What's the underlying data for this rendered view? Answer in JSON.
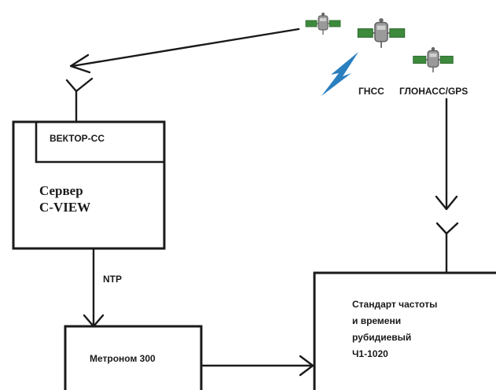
{
  "satellite_signal": {
    "gnss_label": "ГНСС",
    "constellation_label": "ГЛОНАСС/GPS"
  },
  "server_block": {
    "module_label": "ВЕКТОР-СС",
    "title_line1": "Сервер",
    "title_line2": "C-VIEW"
  },
  "link": {
    "protocol_label": "NTP"
  },
  "metronom_block": {
    "label": "Метроном 300"
  },
  "frequency_standard_block": {
    "line1": "Стандарт частоты",
    "line2": "и времени",
    "line3": "рубидиевый",
    "line4": "Ч1-1020"
  },
  "colors": {
    "ink": "#1a1a1a",
    "lightning": "#2a7fbf",
    "solar_panel": "#3d8a3d",
    "satellite_body": "#8a8a8a"
  },
  "icons": [
    "satellite-icon",
    "lightning-icon",
    "antenna-icon",
    "arrow-icon"
  ]
}
